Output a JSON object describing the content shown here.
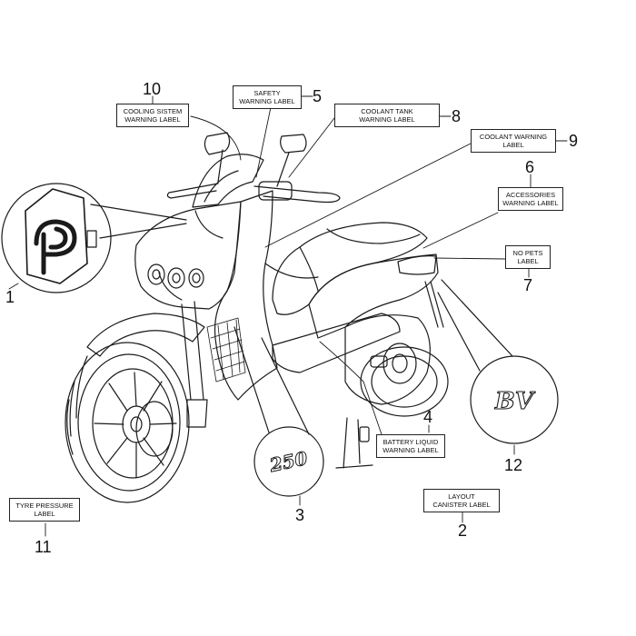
{
  "callouts": [
    {
      "number": "1"
    },
    {
      "number": "2",
      "line1": "LAYOUT",
      "line2": "CANISTER LABEL"
    },
    {
      "number": "3"
    },
    {
      "number": "4",
      "line1": "BATTERY LIQUID",
      "line2": "WARNING LABEL"
    },
    {
      "number": "5",
      "line1": "SAFETY",
      "line2": "WARNING LABEL"
    },
    {
      "number": "6",
      "line1": "ACCESSORIES",
      "line2": "WARNING LABEL"
    },
    {
      "number": "7",
      "line1": "NO PETS",
      "line2": "LABEL"
    },
    {
      "number": "8",
      "line1": "COOLANT TANK",
      "line2": "WARNING LABEL"
    },
    {
      "number": "9",
      "line1": "COOLANT WARNING",
      "line2": "LABEL"
    },
    {
      "number": "10",
      "line1": "COOLING SISTEM",
      "line2": "WARNING LABEL"
    },
    {
      "number": "11",
      "line1": "TYRE PRESSURE",
      "line2": "LABEL"
    },
    {
      "number": "12"
    }
  ],
  "decals": {
    "model_badge": "250",
    "brand_badge": "BV"
  },
  "colors": {
    "line": "#1a1a1a",
    "background": "#ffffff"
  }
}
